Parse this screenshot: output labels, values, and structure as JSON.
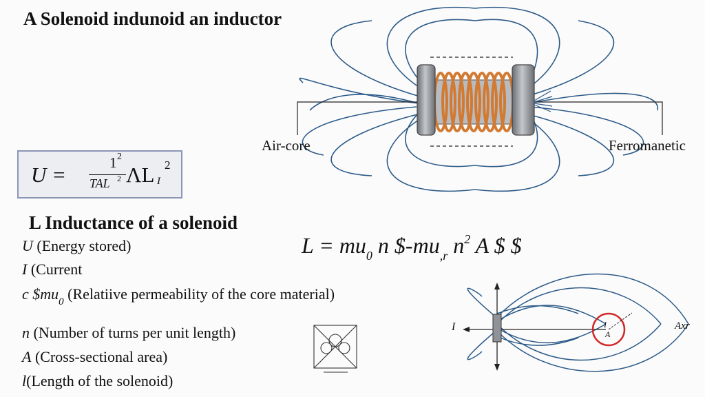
{
  "title": "A Solenoid indunoid an inductor",
  "energy_formula": {
    "lhs": "U =",
    "numerator": "1",
    "numerator_exp": "2",
    "denominator": "TAL",
    "denominator_exp": "2",
    "term": "ΛL",
    "term_sub": "I",
    "term_exp": "2"
  },
  "section_heading": "L Inductance of a solenoid",
  "variables": [
    {
      "symbol": "U",
      "desc": " (Energy stored)"
    },
    {
      "symbol": "I",
      "desc": " (Current"
    },
    {
      "symbol": "c $mu",
      "sub": "0",
      "desc": "  (Relatiive permeability of the core material)"
    },
    {
      "symbol": "n",
      "desc": " (Number of turns per unit length)"
    },
    {
      "symbol": "A",
      "desc": "  (Cross-sectional area)"
    },
    {
      "symbol": "l",
      "desc": "(Length of the solenoid)"
    }
  ],
  "inductance_formula": {
    "lhs": "L = mu",
    "sub0": "0",
    "mid": "n $-mu",
    "subr": ",r",
    "n": " n",
    "exp": "2",
    "rest": " A $ $"
  },
  "solenoid_diagram": {
    "left_label": "Air-core",
    "right_label": "Ferromanetic",
    "field_line_color": "#2c5a88",
    "coil_color": "#d27a32",
    "cap_color": "#8f9398"
  },
  "field_diagram": {
    "current_label": "I",
    "loop_label_top": "I",
    "loop_label_bottom": "A",
    "axis_label": "Axr",
    "loop_color": "#d02828",
    "field_line_color": "#2c5a88"
  }
}
